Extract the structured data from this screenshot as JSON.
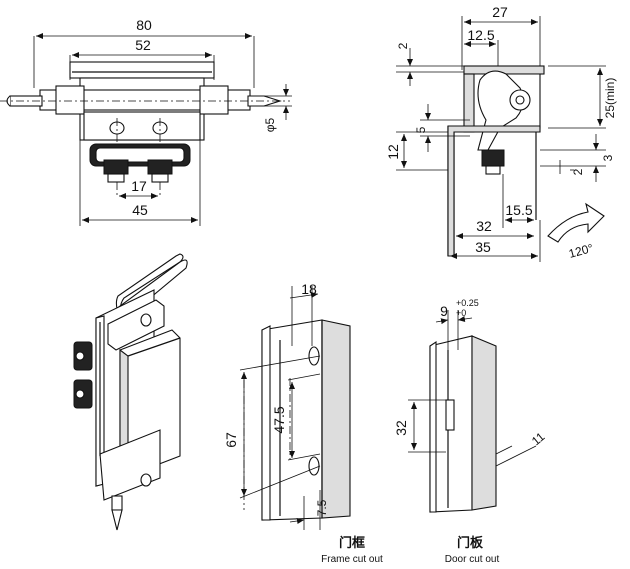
{
  "front_view": {
    "dims": {
      "overall_width": "80",
      "plate_width": "52",
      "diameter": "φ5",
      "hole_pitch": "17",
      "base_width": "45"
    }
  },
  "side_view": {
    "dims": {
      "top": "27",
      "half": "12.5",
      "gap": "2",
      "clear": "5",
      "h12": "12",
      "h25": "25(min)",
      "s3": "3",
      "s2": "2",
      "d155": "15.5",
      "d32": "32",
      "d35": "35"
    },
    "rotation": "120°"
  },
  "frame_cutout": {
    "dims": {
      "d18": "18",
      "d67": "67",
      "d475": "47.5",
      "d75": "7.5"
    },
    "caption_cn": "门框",
    "caption_en": "Frame cut out"
  },
  "door_cutout": {
    "dims": {
      "d9": "9",
      "tol_plus": "+0.25",
      "tol_zero": "+0",
      "d32": "32",
      "d11": "11"
    },
    "caption_cn": "门板",
    "caption_en": "Door cut out"
  }
}
